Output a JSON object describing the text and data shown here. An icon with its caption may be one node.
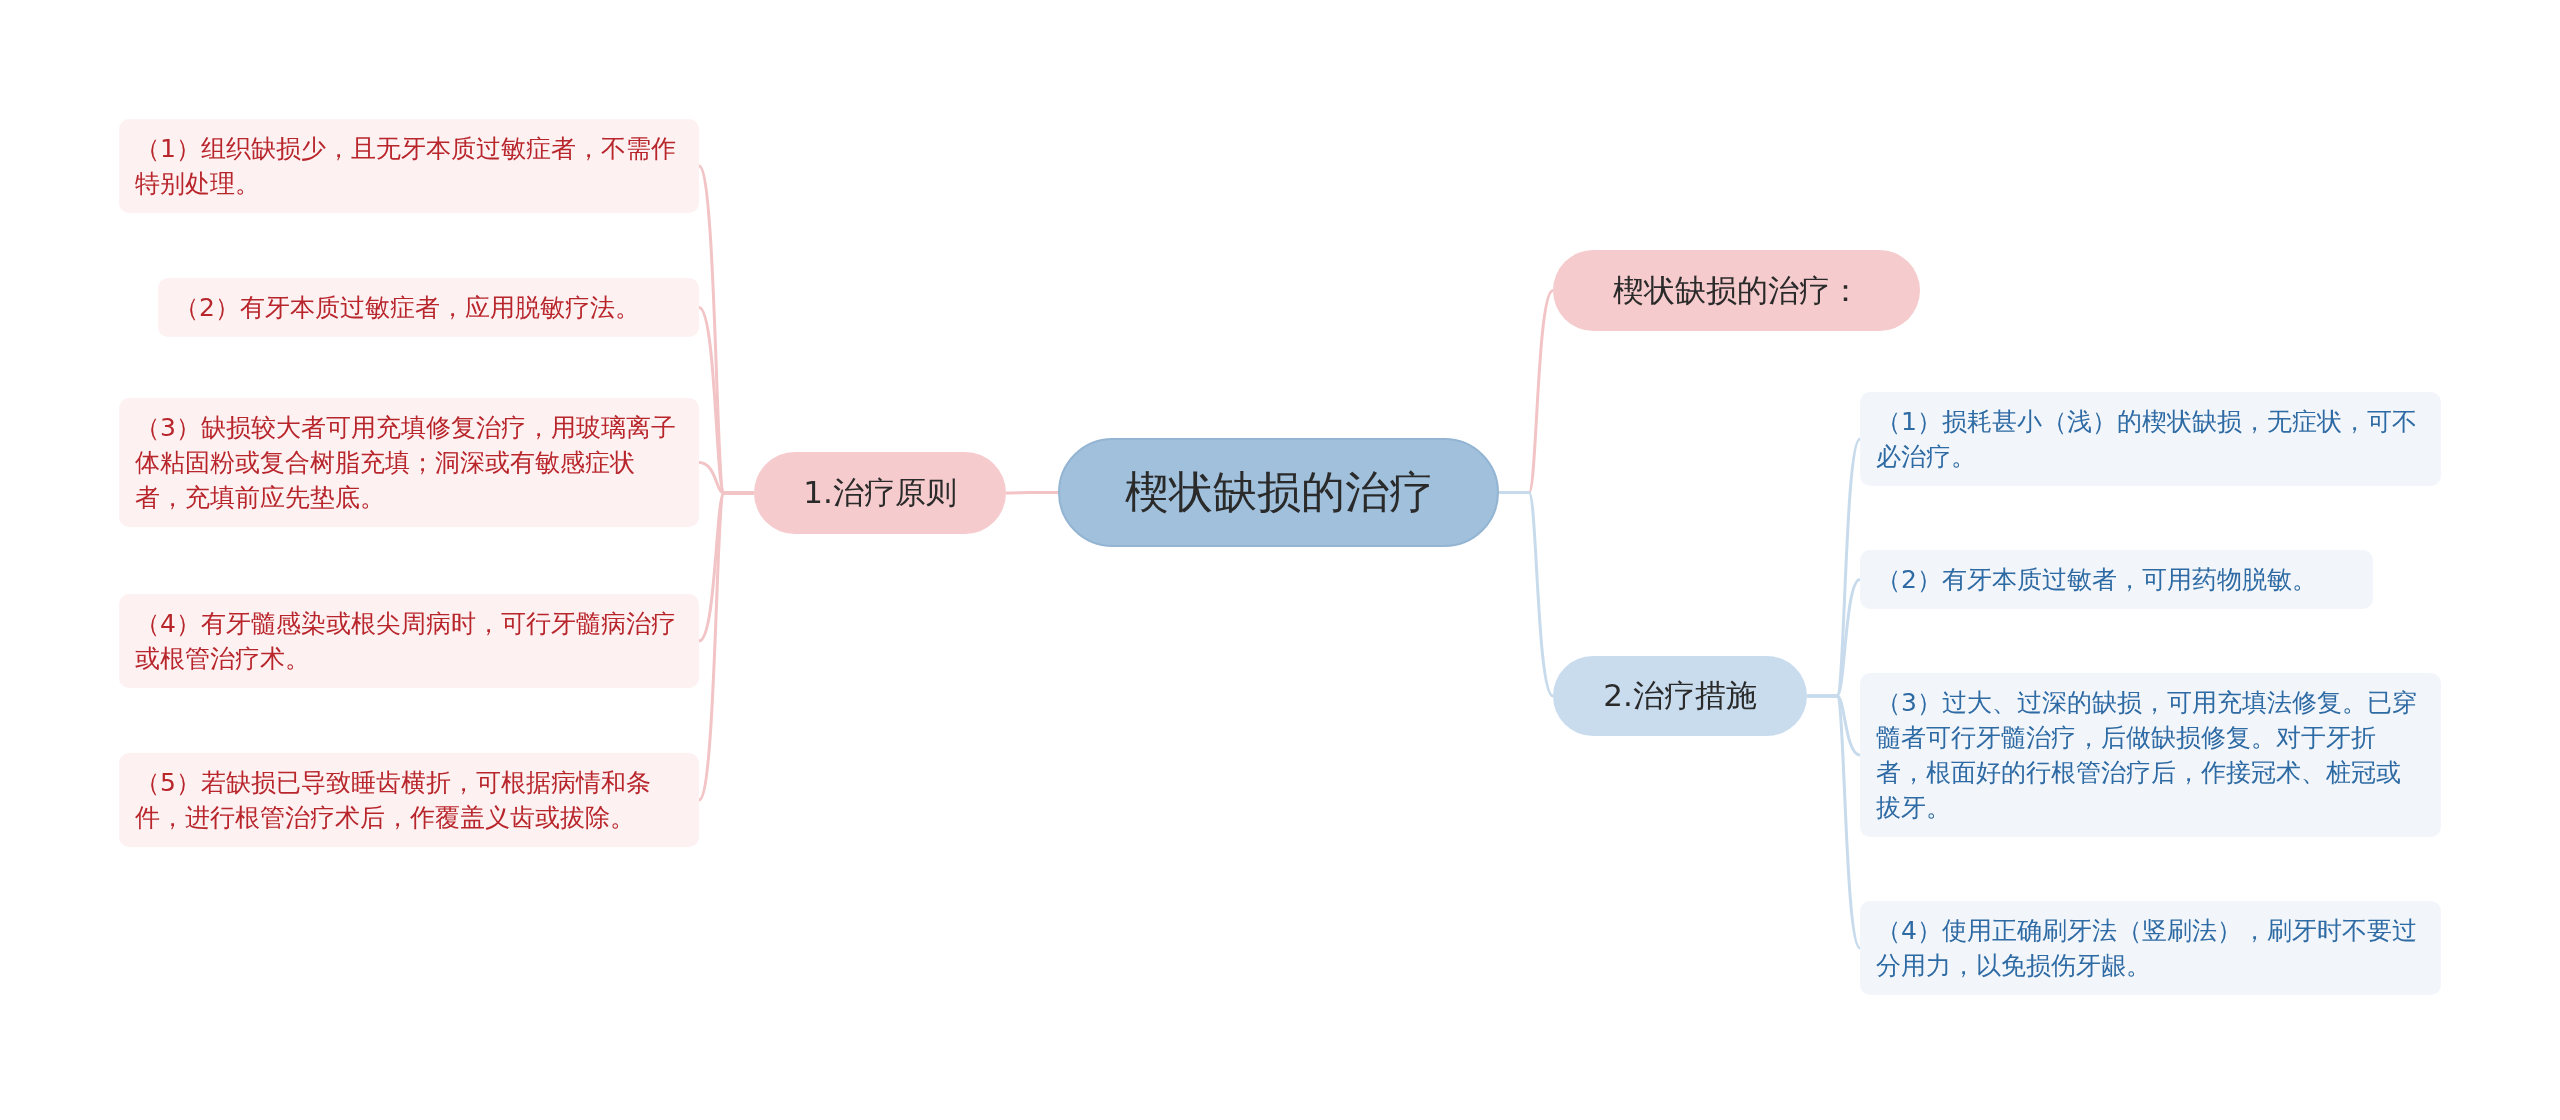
{
  "diagram": {
    "nodes": [
      {
        "text": [
          "楔状缺损的治疗"
        ]
      },
      {
        "text": [
          "1.治疗原则"
        ]
      },
      {
        "text": [
          "（1）组织缺损少，且无牙本质过敏症者，不需作特别处理。"
        ]
      },
      {
        "text": [
          "（2）有牙本质过敏症者，应用脱敏疗法。"
        ]
      },
      {
        "text": [
          "（3）缺损较大者可用充填修复治疗，用玻璃离子体粘固粉或复合树脂充填；洞深或有敏感症状者，充填前应先垫底。"
        ]
      },
      {
        "text": [
          "（4）有牙髓感染或根尖周病时，可行牙髓病治疗或根管治疗术。"
        ]
      },
      {
        "text": [
          "（5）若缺损已导致睡齿横折，可根据病情和条件，进行根管治疗术后，作覆盖义齿或拔除。"
        ]
      },
      {
        "text": [
          "楔状缺损的治疗："
        ]
      },
      {
        "text": [
          "2.治疗措施"
        ]
      },
      {
        "text": [
          "（1）损耗甚小（浅）的楔状缺损，无症状，可不必治疗。"
        ]
      },
      {
        "text": [
          "（2）有牙本质过敏者，可用药物脱敏。"
        ]
      },
      {
        "text": [
          "（3）过大、过深的缺损，可用充填法修复。已穿髓者可行牙髓治疗，后做缺损修复。对于牙折者，根面好的行根管治疗后，作接冠术、桩冠或拔牙。"
        ]
      },
      {
        "text": [
          "（4）使用正确刷牙法（竖刷法），刷牙时不要过分用力，以免损伤牙龈。"
        ]
      }
    ],
    "edges": [
      {
        "from": 0,
        "to": 1,
        "arrow": "none"
      },
      {
        "from": 1,
        "to": 2,
        "arrow": "none"
      },
      {
        "from": 1,
        "to": 3,
        "arrow": "none"
      },
      {
        "from": 1,
        "to": 4,
        "arrow": "none"
      },
      {
        "from": 1,
        "to": 5,
        "arrow": "none"
      },
      {
        "from": 1,
        "to": 6,
        "arrow": "none"
      },
      {
        "from": 0,
        "to": 7,
        "arrow": "none"
      },
      {
        "from": 0,
        "to": 8,
        "arrow": "none",
        "color": "#c8dbec"
      },
      {
        "from": 8,
        "to": 9,
        "arrow": "none",
        "color": "#c8dbec"
      },
      {
        "from": 8,
        "to": 10,
        "arrow": "none",
        "color": "#c8dbec"
      },
      {
        "from": 8,
        "to": 11,
        "arrow": "none",
        "color": "#c8dbec"
      },
      {
        "from": 8,
        "to": 12,
        "arrow": "none",
        "color": "#c8dbec"
      }
    ]
  }
}
